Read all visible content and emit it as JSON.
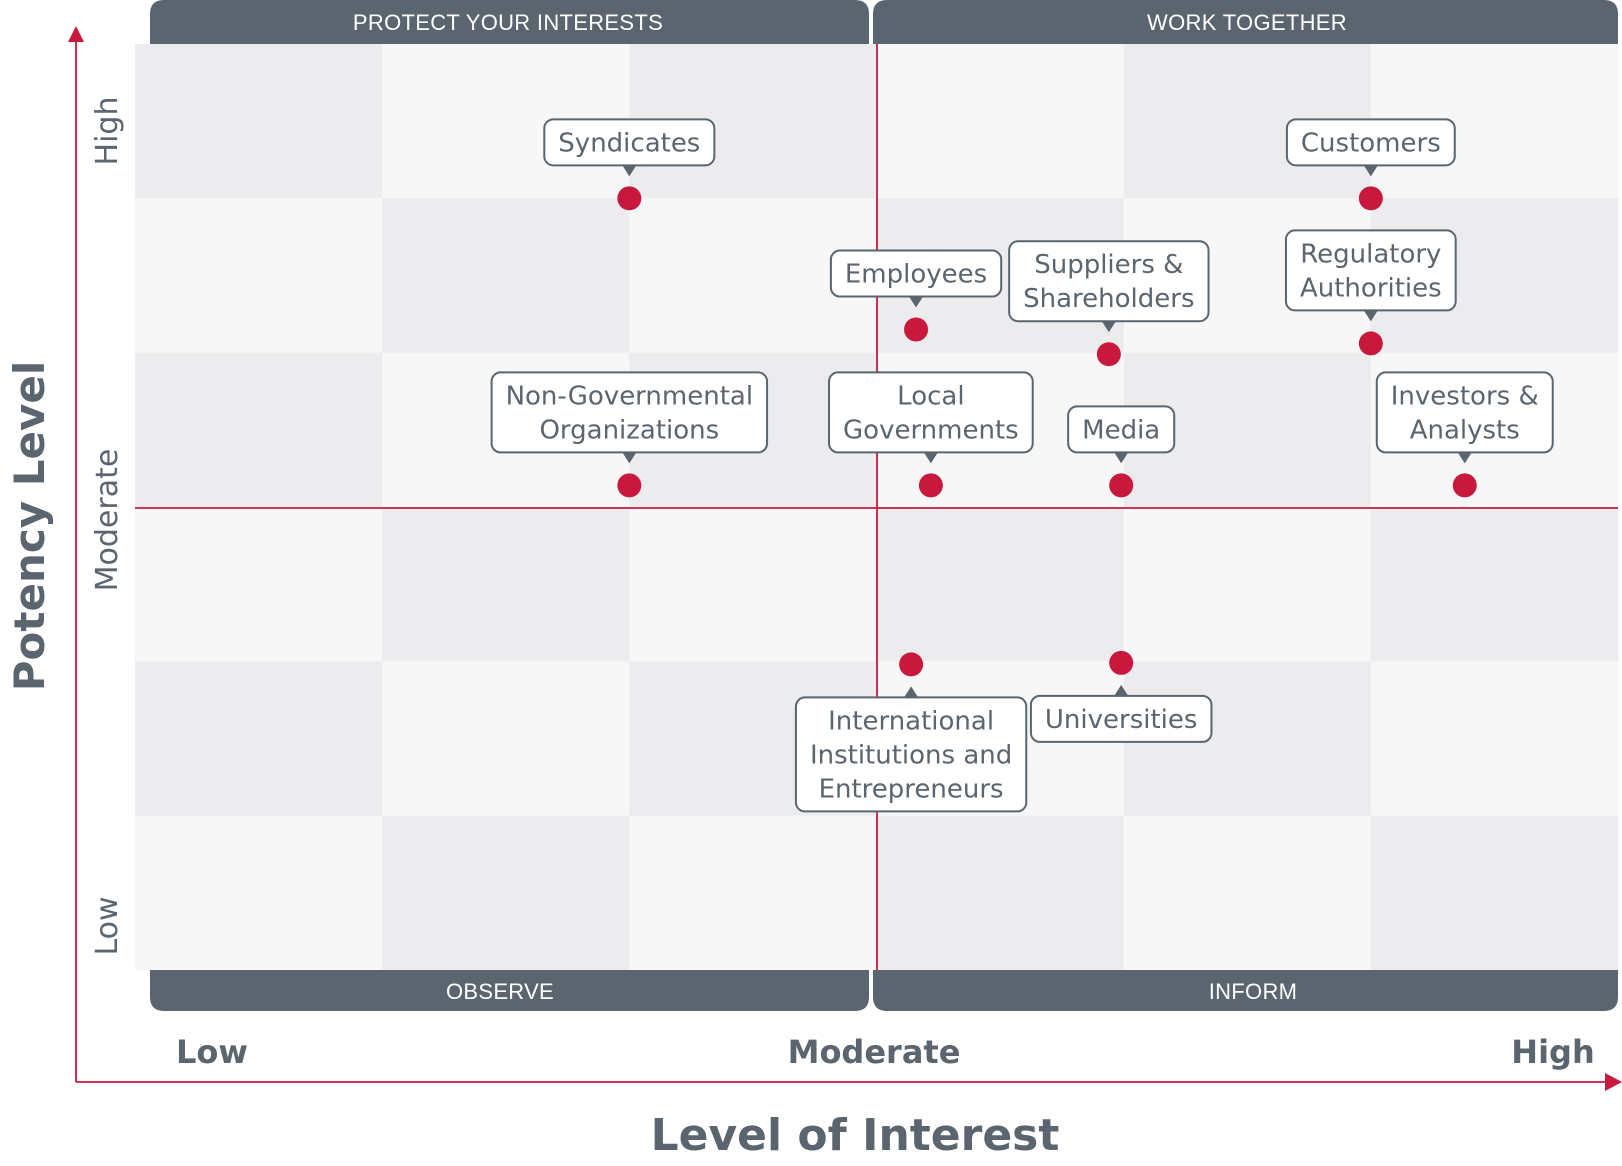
{
  "chart_data": {
    "type": "scatter",
    "xlabel": "Level of Interest",
    "ylabel": "Potency Level",
    "x_ticks": [
      "Low",
      "Moderate",
      "High"
    ],
    "y_ticks": [
      "Low",
      "Moderate",
      "High"
    ],
    "xlim": [
      0,
      6
    ],
    "ylim": [
      0,
      6
    ],
    "quadrants": {
      "top_left": "PROTECT YOUR INTERESTS",
      "top_right": "WORK TOGETHER",
      "bottom_left": "OBSERVE",
      "bottom_right": "INFORM"
    },
    "colors": {
      "band": "#5a656f",
      "point": "#c8193c",
      "divider": "#c8193c",
      "cell_light": "#f7f7f8",
      "cell_dark": "#ececee"
    },
    "points": [
      {
        "lines": [
          "Syndicates"
        ],
        "x": 2.0,
        "y": 5.0,
        "label_pos": "above"
      },
      {
        "lines": [
          "Customers"
        ],
        "x": 5.0,
        "y": 5.0,
        "label_pos": "above"
      },
      {
        "lines": [
          "Employees"
        ],
        "x": 3.16,
        "y": 4.15,
        "label_pos": "above"
      },
      {
        "lines": [
          "Suppliers &",
          "Shareholders"
        ],
        "x": 3.94,
        "y": 3.99,
        "label_pos": "above"
      },
      {
        "lines": [
          "Regulatory",
          "Authorities"
        ],
        "x": 5.0,
        "y": 4.06,
        "label_pos": "above"
      },
      {
        "lines": [
          "Non-Governmental",
          "Organizations"
        ],
        "x": 2.0,
        "y": 3.14,
        "label_pos": "above"
      },
      {
        "lines": [
          "Local",
          "Governments"
        ],
        "x": 3.22,
        "y": 3.14,
        "label_pos": "above"
      },
      {
        "lines": [
          "Media"
        ],
        "x": 3.99,
        "y": 3.14,
        "label_pos": "above"
      },
      {
        "lines": [
          "Investors &",
          "Analysts"
        ],
        "x": 5.38,
        "y": 3.14,
        "label_pos": "above"
      },
      {
        "lines": [
          "International",
          "Institutions and",
          "Entrepreneurs"
        ],
        "x": 3.14,
        "y": 1.98,
        "label_pos": "below"
      },
      {
        "lines": [
          "Universities"
        ],
        "x": 3.99,
        "y": 1.99,
        "label_pos": "below"
      }
    ]
  }
}
